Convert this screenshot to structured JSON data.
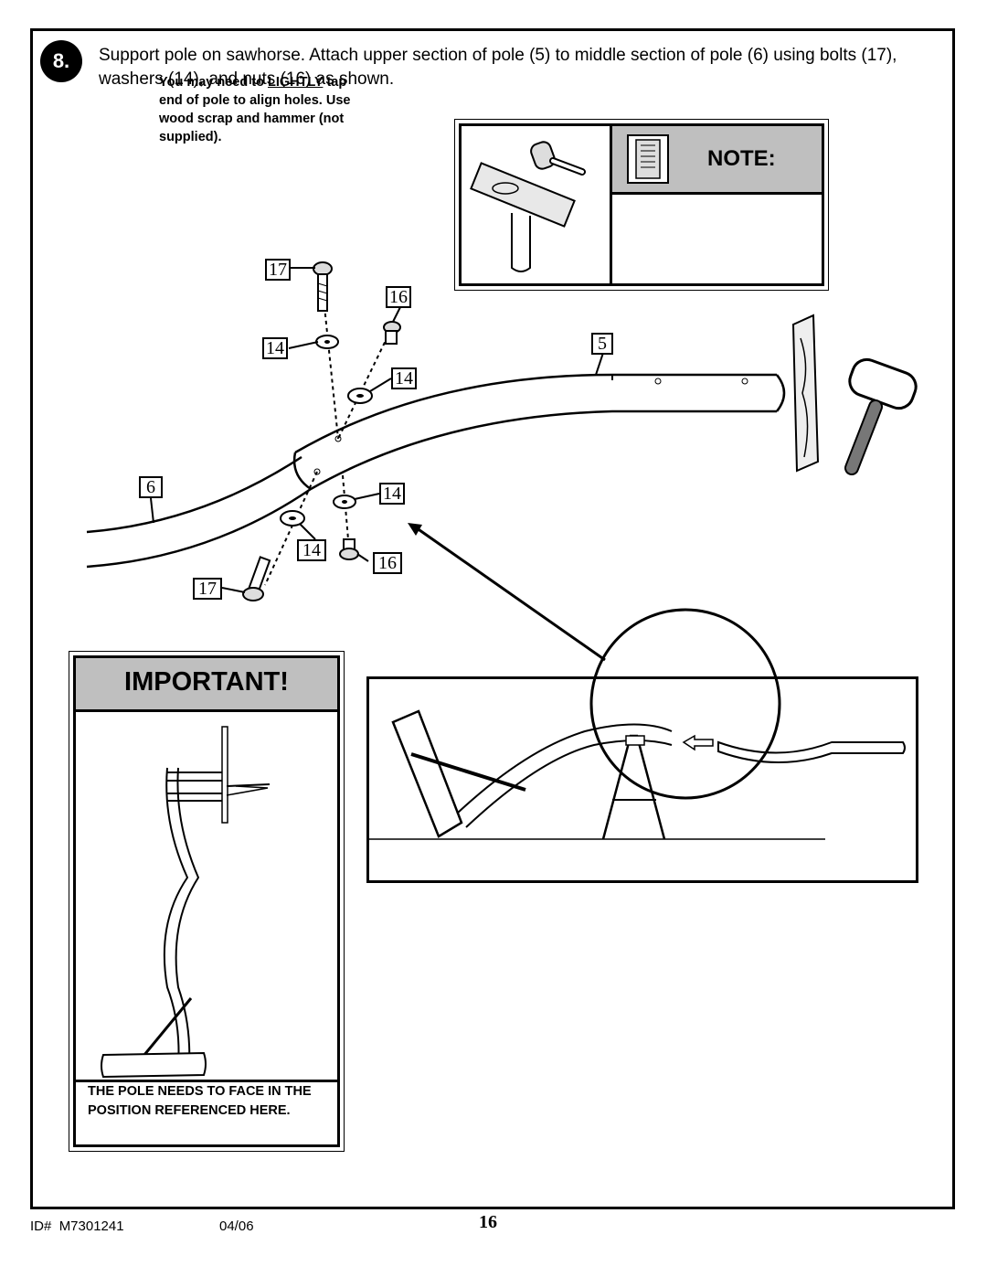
{
  "step": {
    "number": "8.",
    "instruction": "Support pole on sawhorse. Attach upper section of pole (5) to middle section of pole (6) using bolts (17), washers (14), and nuts (16) as shown."
  },
  "note": {
    "title": "NOTE:",
    "text_before": "You may need to ",
    "emphasis": "LIGHTLY",
    "text_after": " tap end of pole to align holes. Use wood scrap and hammer (not supplied)."
  },
  "callouts": {
    "bolt_top": "17",
    "nut_top": "16",
    "washer_top_left": "14",
    "washer_top_right": "14",
    "upper_pole": "5",
    "middle_pole": "6",
    "washer_bottom_right": "14",
    "washer_bottom_left": "14",
    "nut_bottom": "16",
    "bolt_bottom": "17"
  },
  "important": {
    "title": "IMPORTANT!",
    "text": "THE POLE NEEDS TO FACE IN THE POSITION REFERENCED HERE."
  },
  "footer": {
    "id_label": "ID#",
    "id_value": "M7301241",
    "date": "04/06",
    "page_number": "16"
  }
}
